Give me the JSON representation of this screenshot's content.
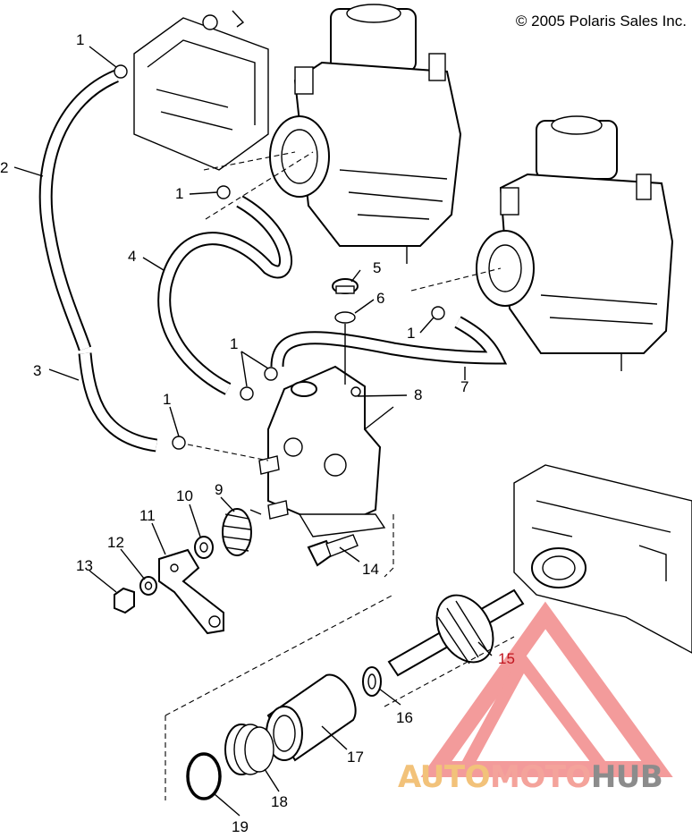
{
  "copyright": "© 2005 Polaris Sales Inc.",
  "watermark": {
    "part1": "AUTO",
    "part2": "MOTO",
    "part3": "HUB",
    "color1": "#f2c27a",
    "color2": "#f4a39b",
    "color3": "#8c8c8c",
    "logo_color": "#f28a8a"
  },
  "callouts": {
    "c1a": "1",
    "c1b": "1",
    "c1c": "1",
    "c1d": "1",
    "c1e": "1",
    "c2": "2",
    "c3": "3",
    "c4": "4",
    "c5": "5",
    "c6": "6",
    "c7": "7",
    "c8": "8",
    "c9": "9",
    "c10": "10",
    "c11": "11",
    "c12": "12",
    "c13": "13",
    "c14": "14",
    "c15": "15",
    "c16": "16",
    "c17": "17",
    "c18": "18",
    "c19": "19"
  }
}
